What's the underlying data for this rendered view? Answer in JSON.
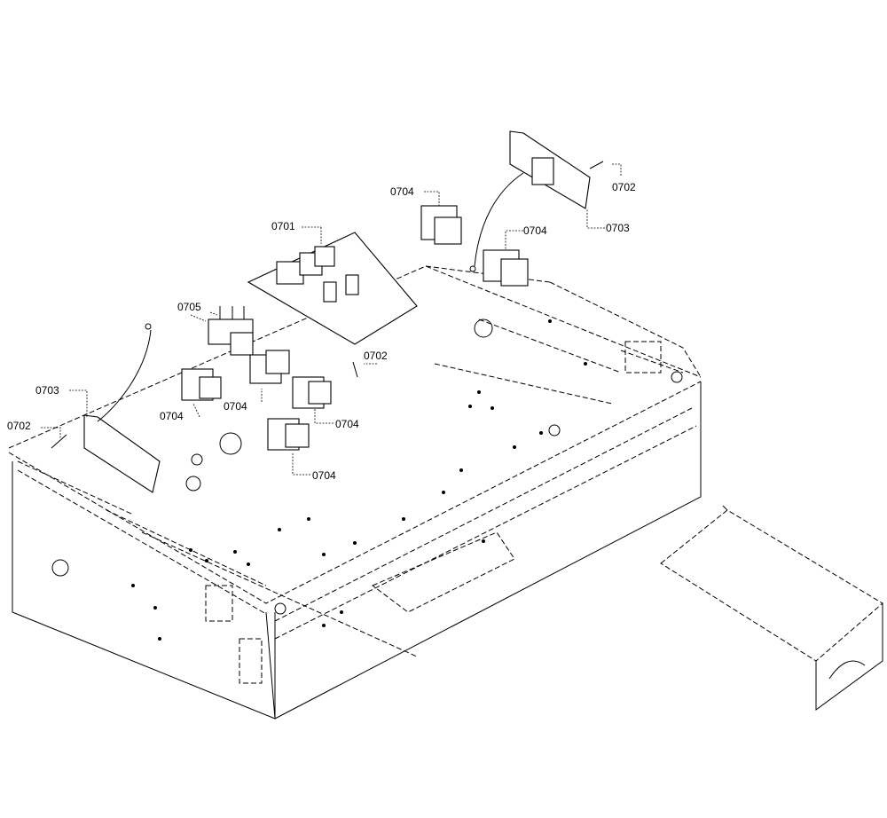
{
  "callouts": [
    {
      "id": "label-0701",
      "text": "0701"
    },
    {
      "id": "label-0702-a",
      "text": "0702"
    },
    {
      "id": "label-0703-a",
      "text": "0703"
    },
    {
      "id": "label-0704-a",
      "text": "0704"
    },
    {
      "id": "label-0704-b",
      "text": "0704"
    },
    {
      "id": "label-0705",
      "text": "0705"
    },
    {
      "id": "label-0702-b",
      "text": "0702"
    },
    {
      "id": "label-0703-b",
      "text": "0703"
    },
    {
      "id": "label-0704-c",
      "text": "0704"
    },
    {
      "id": "label-0704-d",
      "text": "0704"
    },
    {
      "id": "label-0704-e",
      "text": "0704"
    },
    {
      "id": "label-0704-f",
      "text": "0704"
    },
    {
      "id": "label-0702-c",
      "text": "0702"
    }
  ]
}
